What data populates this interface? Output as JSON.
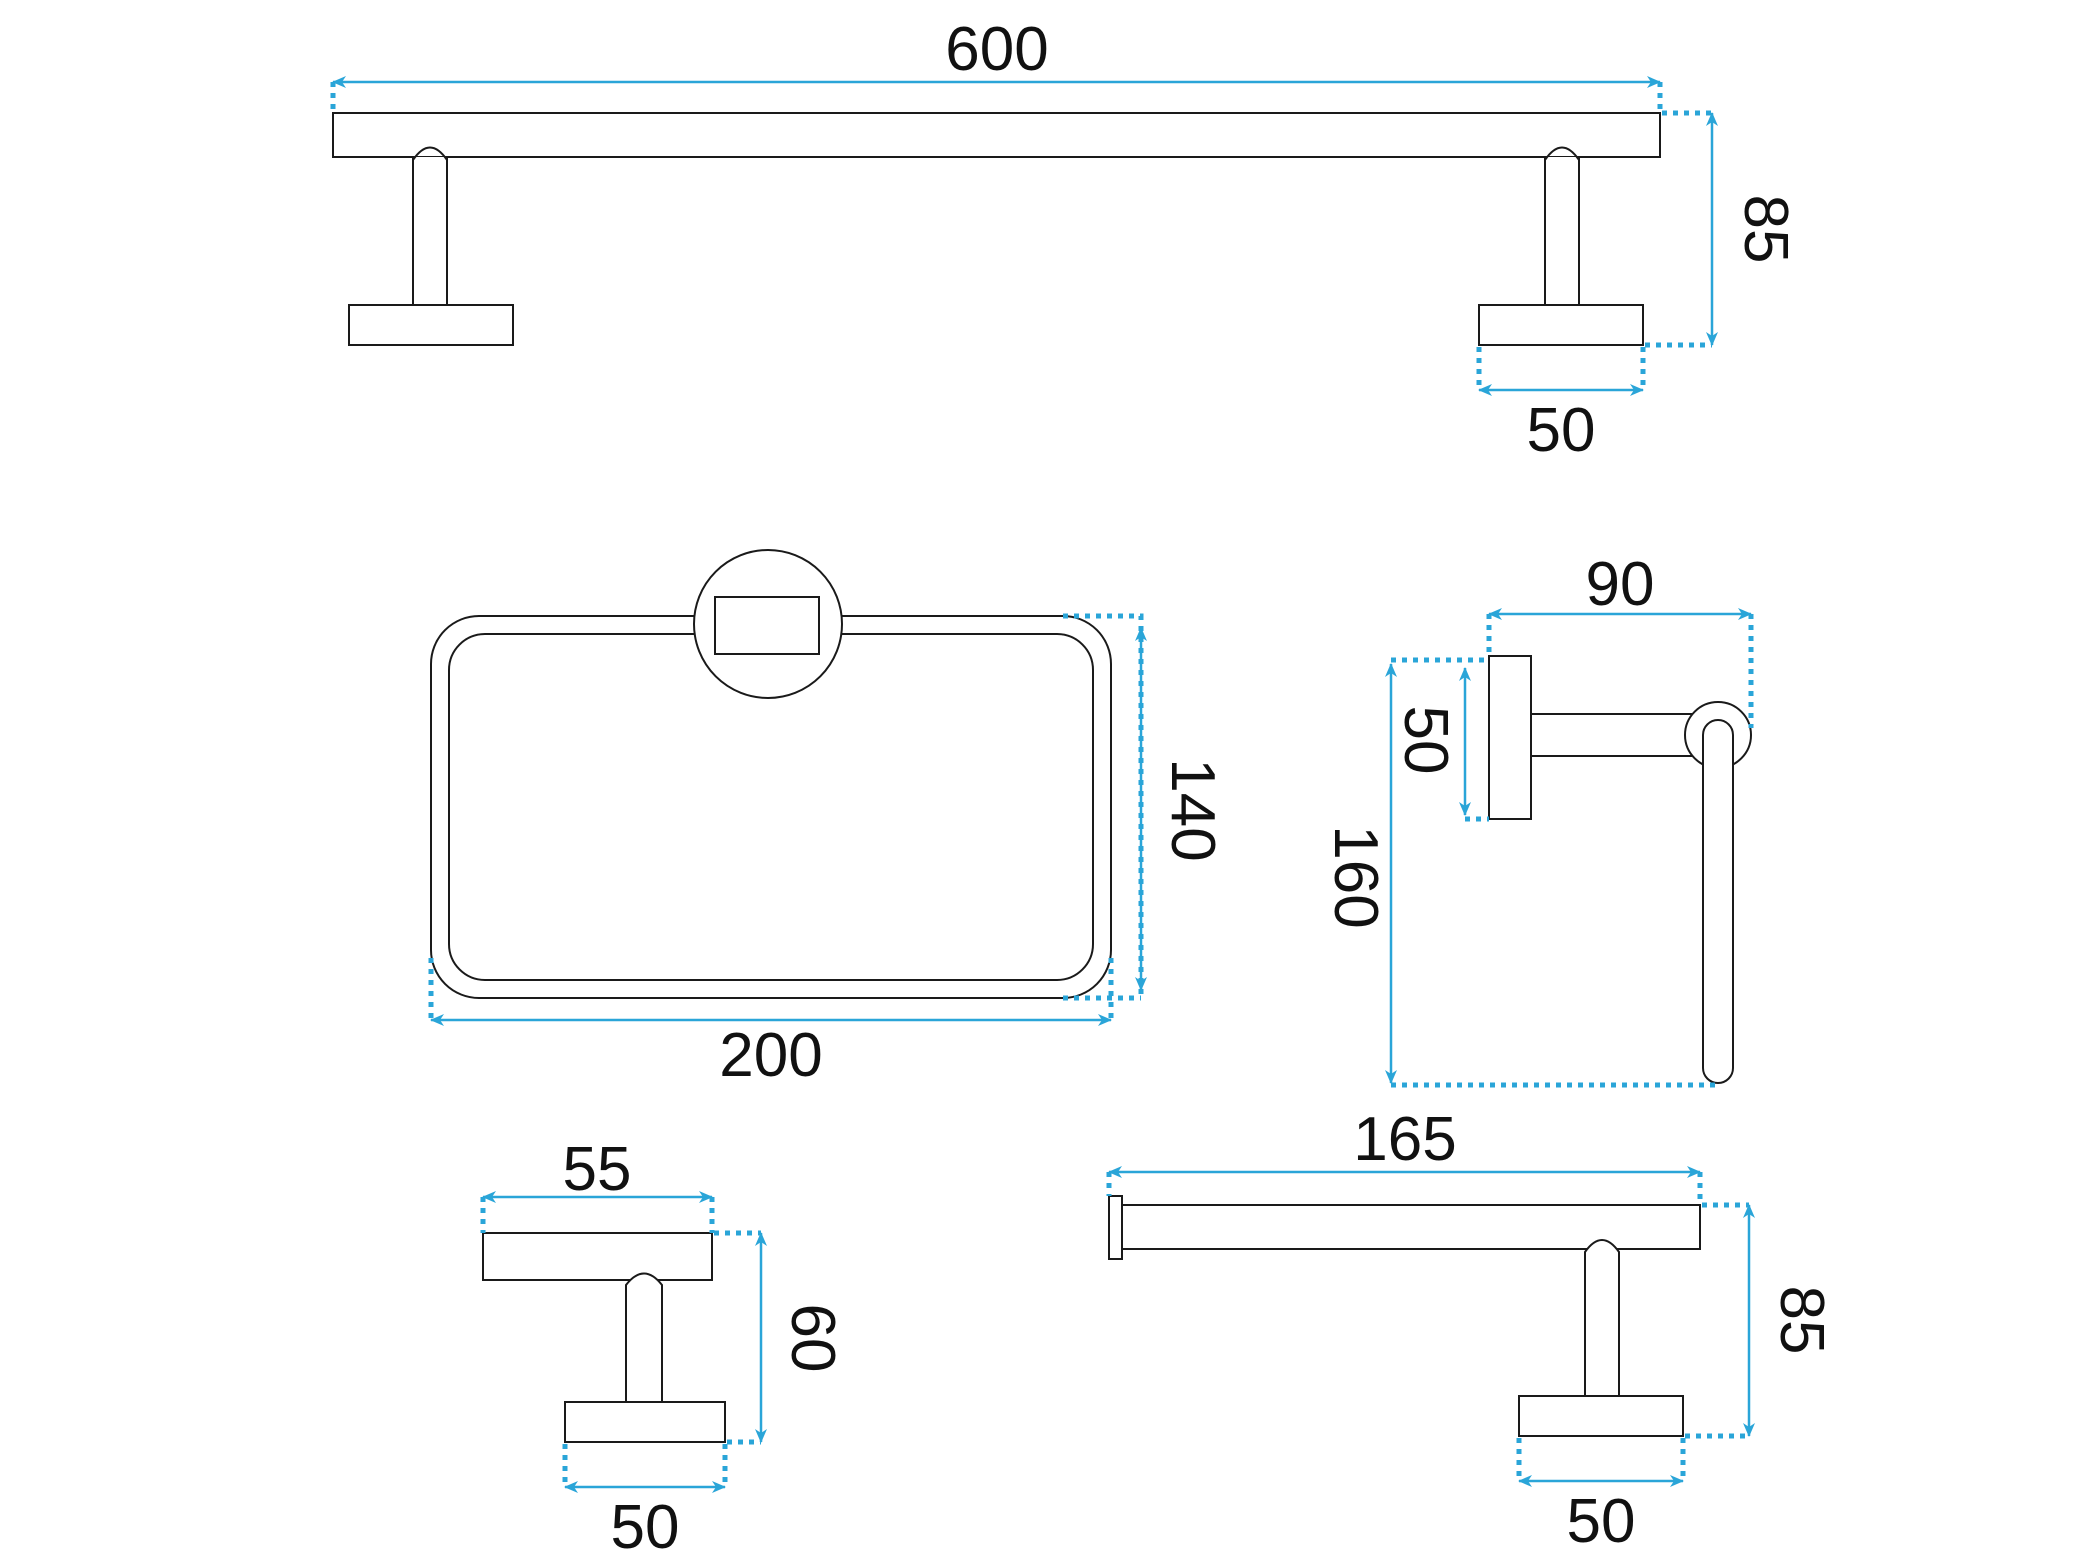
{
  "colors": {
    "dimension": "#2aa5d8",
    "outline": "#1a1a1a"
  },
  "towel_bar": {
    "length": "600",
    "height": "85",
    "base_width": "50"
  },
  "towel_ring": {
    "height": "140",
    "width": "200"
  },
  "towel_holder": {
    "width": "90",
    "base_height": "50",
    "height": "160"
  },
  "robe_hook": {
    "width": "55",
    "height": "60",
    "base_width": "50"
  },
  "paper_holder": {
    "length": "165",
    "height": "85",
    "base_width": "50"
  }
}
